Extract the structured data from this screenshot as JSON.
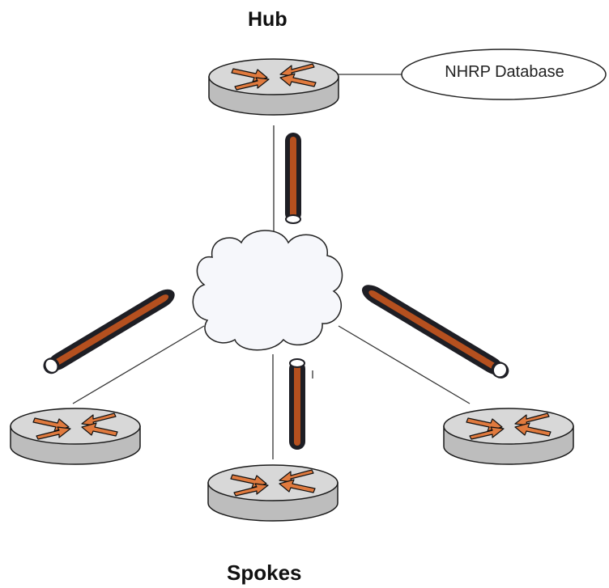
{
  "labels": {
    "hub": "Hub",
    "spokes": "Spokes",
    "nhrp_database": "NHRP Database"
  },
  "colors": {
    "router_top": "#d6d6d6",
    "router_side": "#bfbfbf",
    "router_outline": "#1a1a1a",
    "arrow_fill": "#e07a3e",
    "tunnel_outer": "#1e1e24",
    "tunnel_inner": "#b5501f",
    "cloud_fill": "#f6f7fb",
    "line": "#333333"
  },
  "icons": [
    "router-icon",
    "cloud-icon",
    "tunnel-icon",
    "database-ellipse"
  ]
}
